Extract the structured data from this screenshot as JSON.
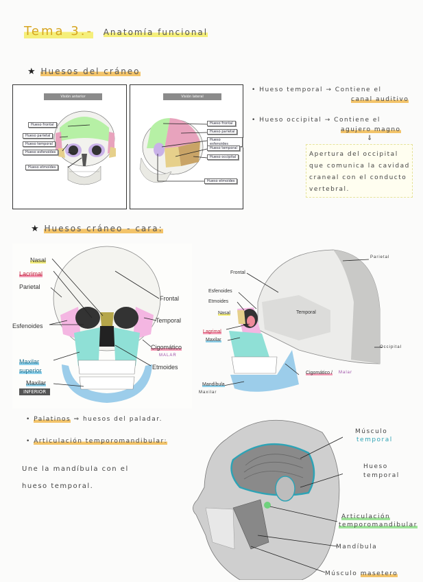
{
  "title": {
    "prefix": "Tema 3.-",
    "main": "Anatomía funcional"
  },
  "sections": {
    "s1": "Huesos del cráneo",
    "s2": "Huesos cráneo - cara:"
  },
  "panel_anterior": {
    "tag": "Visión anterior",
    "labels": [
      "Hueso frontal",
      "Hueso parietal",
      "Hueso temporal",
      "Hueso esfenoides",
      "Hueso etmoides"
    ]
  },
  "panel_lateral": {
    "tag": "Visión lateral",
    "labels": [
      "Hueso frontal",
      "Hueso parietal",
      "Hueso esfenoides",
      "Hueso temporal",
      "Hueso occipital",
      "Hueso etmoides"
    ]
  },
  "notes_right": {
    "temporal_line": "Hueso temporal → Contiene el",
    "temporal_hl": "canal auditivo",
    "occipital_line": "Hueso occipital → Contiene el",
    "occipital_hl": "agujero magno",
    "box_text": [
      "Apertura del occipital",
      "que comunica la cavidad",
      "craneal con el conducto",
      "vertebral."
    ]
  },
  "front_skull_labels": {
    "nasal": "Nasal",
    "lacrimal": "Lacrimal",
    "parietal": "Parietal",
    "esfenoides": "Esfenoides",
    "maxilar_superior_1": "Maxilar",
    "maxilar_superior_2": "superior",
    "maxilar": "Maxilar",
    "inferior": "INFERIOR",
    "frontal": "Frontal",
    "temporal": "Temporal",
    "cigomatico": "Cigomático",
    "malar": "MALAR",
    "etmoides": "Etmoides"
  },
  "side_skull_labels": {
    "frontal": "Frontal",
    "esfenoides": "Esfenoides",
    "etmoides": "Etmoides",
    "nasal": "Nasal",
    "lagrimal": "Lagrimal",
    "maxilar": "Maxilar",
    "mandibula": "Mandíbula",
    "maxilar_inf": "Maxilar",
    "temporal": "Temporal",
    "parietal": "Parietal",
    "occipital": "Occipital",
    "cigomatico": "Cigomático /",
    "malar": "Malar"
  },
  "bottom_notes": {
    "palatinos": "Palatinos",
    "palatinos_rest": "⇒ huesos del paladar.",
    "articulacion": "Articulación temporomandibular:",
    "une_1": "Une la mandíbula con el",
    "une_2": "hueso temporal."
  },
  "head_labels": {
    "musculo": "Músculo",
    "temporal": "temporal",
    "hueso": "Hueso",
    "temporal2": "temporal",
    "art_1": "Articulación",
    "art_2": "temporomandibular",
    "mandibula": "Mandíbula",
    "masetero_a": "Músculo",
    "masetero_b": "masetero"
  },
  "colors": {
    "frontal": "#b6f0a5",
    "parietal": "#e8a3bd",
    "temporal": "#e6d08b",
    "sphenoid": "#c9b2e8",
    "maxilar": "#8fe0d6",
    "mandible": "#9ccdea"
  }
}
